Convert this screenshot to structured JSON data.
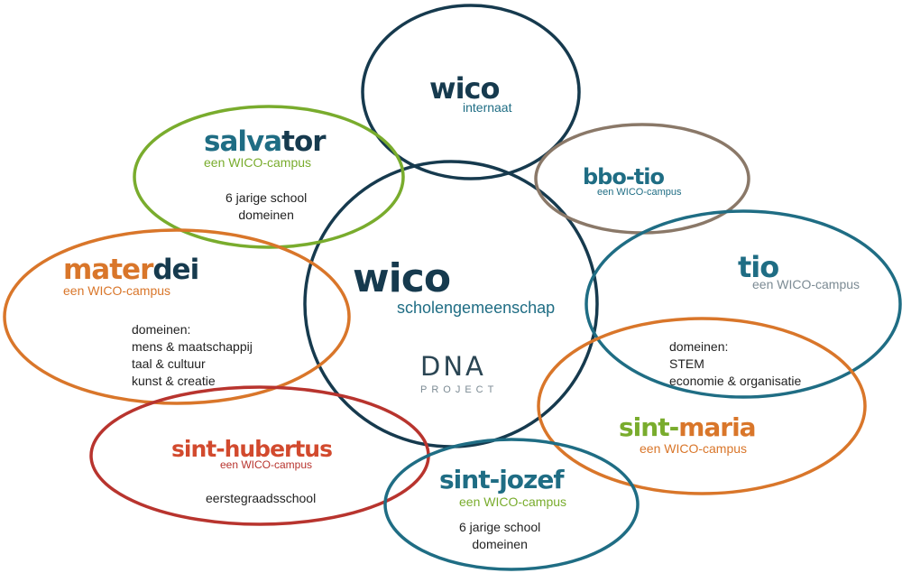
{
  "colors": {
    "navy": "#163a4e",
    "teal": "#1f6d84",
    "green": "#79ac2d",
    "orange": "#d9762a",
    "red": "#b8342e",
    "taupe": "#8a7868",
    "grey": "#7c8b94"
  },
  "center": {
    "brand": "wico",
    "subtitle": "scholengemeenschap",
    "dna_logo": "DNA",
    "dna_sub": "PROJECT"
  },
  "internaat": {
    "brand": "wico",
    "subtitle": "internaat"
  },
  "salvator": {
    "brand_a": "salva",
    "brand_b": "tor",
    "subtitle": "een WICO-campus",
    "lines": [
      "6 jarige school",
      "domeinen"
    ]
  },
  "bbo_tio": {
    "brand": "bbo-tio",
    "subtitle": "een WICO-campus"
  },
  "tio": {
    "brand": "tio",
    "subtitle": "een WICO-campus",
    "lines": [
      "domeinen:",
      "STEM",
      "economie & organisatie"
    ]
  },
  "materdei": {
    "brand_a": "mater",
    "brand_b": "dei",
    "subtitle": "een WICO-campus",
    "lines": [
      "domeinen:",
      "mens & maatschappij",
      "taal & cultuur",
      "kunst & creatie"
    ]
  },
  "sint_maria": {
    "brand_a": "sint-",
    "brand_b": "maria",
    "subtitle": "een WICO-campus"
  },
  "sint_hubertus": {
    "brand": "sint-hubertus",
    "subtitle": "een WICO-campus",
    "lines": [
      "eerstegraadsschool"
    ]
  },
  "sint_jozef": {
    "brand": "sint-jozef",
    "subtitle": "een WICO-campus",
    "lines": [
      "6 jarige school",
      "domeinen"
    ]
  }
}
